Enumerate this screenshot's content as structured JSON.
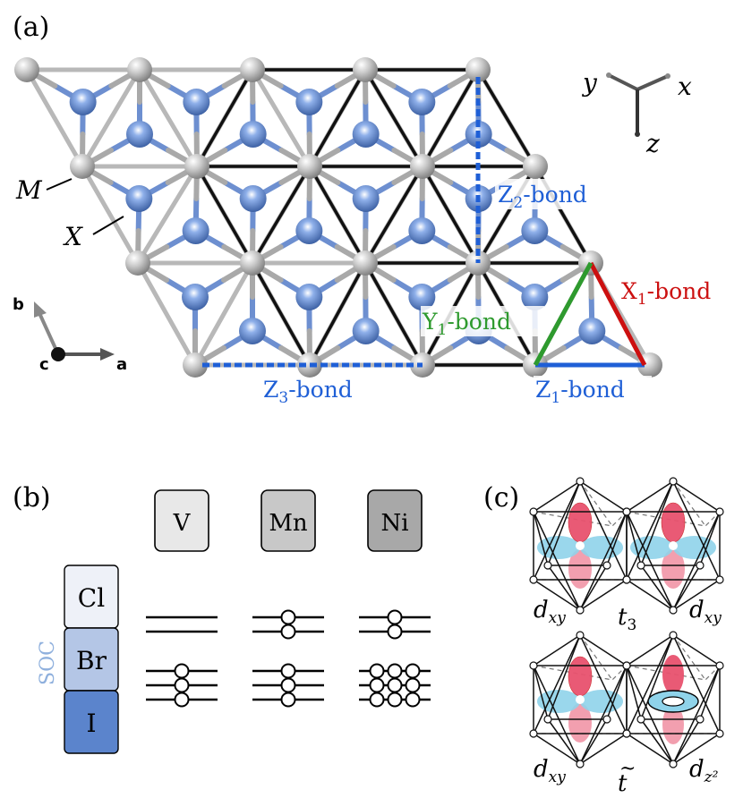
{
  "panels": {
    "a": "(a)",
    "b": "(b)",
    "c": "(c)"
  },
  "lattice": {
    "M_label": "M",
    "X_label": "X",
    "bonds": {
      "Z2": {
        "main": "Z",
        "sub": "2",
        "rest": "-bond"
      },
      "X1": {
        "main": "X",
        "sub": "1",
        "rest": "-bond"
      },
      "Y1": {
        "main": "Y",
        "sub": "1",
        "rest": "-bond"
      },
      "Z3": {
        "main": "Z",
        "sub": "3",
        "rest": "-bond"
      },
      "Z1": {
        "main": "Z",
        "sub": "1",
        "rest": "-bond"
      }
    },
    "axes_cart": {
      "y": "y",
      "x": "x",
      "z": "z"
    },
    "axes_cryst": {
      "b": "b",
      "c": "c",
      "a": "a"
    }
  },
  "colors": {
    "Z_bond": "#1f5fd6",
    "X_bond": "#cc1010",
    "Y_bond": "#2e9a2e",
    "halogen_atom": "#4a74c0",
    "metal_atom": "#a8a8a8",
    "soc_label": "#8fb0dd",
    "orbital_red": "#e8516e",
    "orbital_blue": "#8fd3ea"
  },
  "levels": {
    "metals": [
      {
        "symbol": "V",
        "fill": "#e8e8e8"
      },
      {
        "symbol": "Mn",
        "fill": "#c8c8c8"
      },
      {
        "symbol": "Ni",
        "fill": "#a8a8a8"
      }
    ],
    "halogens": [
      {
        "symbol": "Cl",
        "fill": "#eef1f8"
      },
      {
        "symbol": "Br",
        "fill": "#b4c6e6"
      },
      {
        "symbol": "I",
        "fill": "#5b84cc"
      }
    ],
    "soc": "SOC"
  },
  "orbitals": {
    "top": {
      "left": "d",
      "left_sub": "xy",
      "mid": "t",
      "mid_sub": "3",
      "right": "d",
      "right_sub": "xy"
    },
    "bottom": {
      "left": "d",
      "left_sub": "xy",
      "mid": "t",
      "mid_mark": "~",
      "right": "d",
      "right_sub": "z²"
    }
  }
}
